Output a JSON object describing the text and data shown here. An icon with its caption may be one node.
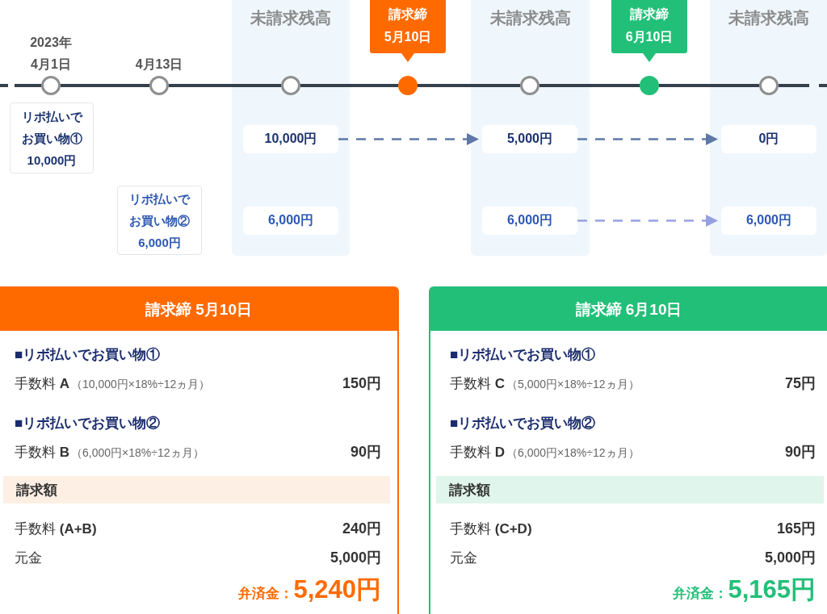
{
  "diagram": {
    "nodes": [
      {
        "text": [
          "未請求残高"
        ]
      },
      {
        "text": [
          "請求締",
          "5月10日"
        ]
      },
      {
        "text": [
          "未請求残高"
        ]
      },
      {
        "text": [
          "請求締",
          "6月10日"
        ]
      },
      {
        "text": [
          "未請求残高"
        ]
      },
      {
        "text": [],
        "shape": "circle",
        "beside": [
          "2023年",
          "4月1日"
        ]
      },
      {
        "text": [],
        "shape": "circle",
        "beside": [
          "4月13日"
        ]
      },
      {
        "text": [],
        "shape": "circle",
        "in": 0
      },
      {
        "text": [],
        "shape": "circle"
      },
      {
        "text": [],
        "shape": "circle",
        "in": 2
      },
      {
        "text": [],
        "shape": "circle"
      },
      {
        "text": [],
        "shape": "circle",
        "in": 4
      },
      {
        "text": [
          "リボ払いでお買い物①",
          "10,000円"
        ]
      },
      {
        "text": [
          "10,000円"
        ],
        "in": 0
      },
      {
        "text": [
          "5,000円"
        ],
        "in": 2
      },
      {
        "text": [
          "0円"
        ],
        "in": 4
      },
      {
        "text": [
          "リボ払いでお買い物②",
          "6,000円"
        ]
      },
      {
        "text": [
          "6,000円"
        ],
        "in": 0
      },
      {
        "text": [
          "6,000円"
        ],
        "in": 2
      },
      {
        "text": [
          "6,000円"
        ],
        "in": 4
      },
      {
        "text": [
          "請求締 5月10日",
          "■リボ払いでお買い物①",
          "手数料 **A**",
          "（10,000円×18%÷12ヵ月）",
          "150円",
          "■リボ払いでお買い物②",
          "手数料 **B**",
          "（6,000円×18%÷12ヵ月）",
          "90円",
          "手数料 **(A+B)**",
          "240円",
          "元金",
          "5,000円",
          "弁済金：",
          "5,240円"
        ]
      },
      {
        "text": [
          "請求額"
        ],
        "in": 20
      },
      {
        "text": [
          "請求締 6月10日",
          "■リボ払いでお買い物①",
          "手数料 **C**",
          "（5,000円×18%÷12ヵ月）",
          "75円",
          "■リボ払いでお買い物②",
          "手数料 **D**",
          "（6,000円×18%÷12ヵ月）",
          "90円",
          "手数料 **(C+D)**",
          "165円",
          "元金",
          "5,000円",
          "弁済金：",
          "5,165円"
        ]
      },
      {
        "text": [
          "請求額"
        ],
        "in": 22
      }
    ],
    "edges": [
      {
        "from": null,
        "to": 5,
        "arrow": "none",
        "style": "dashed"
      },
      {
        "from": 5,
        "to": 6,
        "arrow": "none"
      },
      {
        "from": 6,
        "to": 7,
        "arrow": "none"
      },
      {
        "from": 7,
        "to": 8,
        "arrow": "none"
      },
      {
        "from": 8,
        "to": 9,
        "arrow": "none"
      },
      {
        "from": 9,
        "to": 10,
        "arrow": "none"
      },
      {
        "from": 10,
        "to": 11,
        "arrow": "none"
      },
      {
        "from": 11,
        "to": null,
        "arrow": "none",
        "style": "dashed"
      },
      {
        "from": 13,
        "to": 14,
        "arrow": "to",
        "style": "dashed",
        "color": "#5f78a8"
      },
      {
        "from": 14,
        "to": 15,
        "arrow": "to",
        "style": "dashed",
        "color": "#5f78a8"
      },
      {
        "from": 18,
        "to": 19,
        "arrow": "to",
        "style": "dashed",
        "color": "#98a0e3"
      }
    ]
  }
}
